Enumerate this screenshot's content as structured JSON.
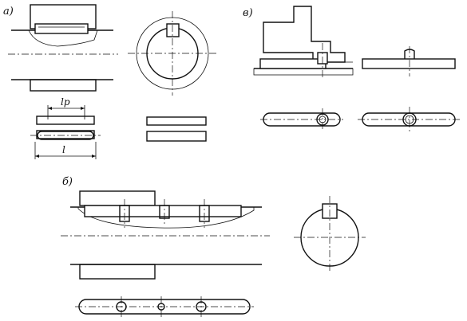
{
  "figure": {
    "labels": {
      "a": "а)",
      "b": "б)",
      "v": "в)"
    },
    "dimensions": {
      "working_length": "lp",
      "total_length": "l"
    }
  }
}
